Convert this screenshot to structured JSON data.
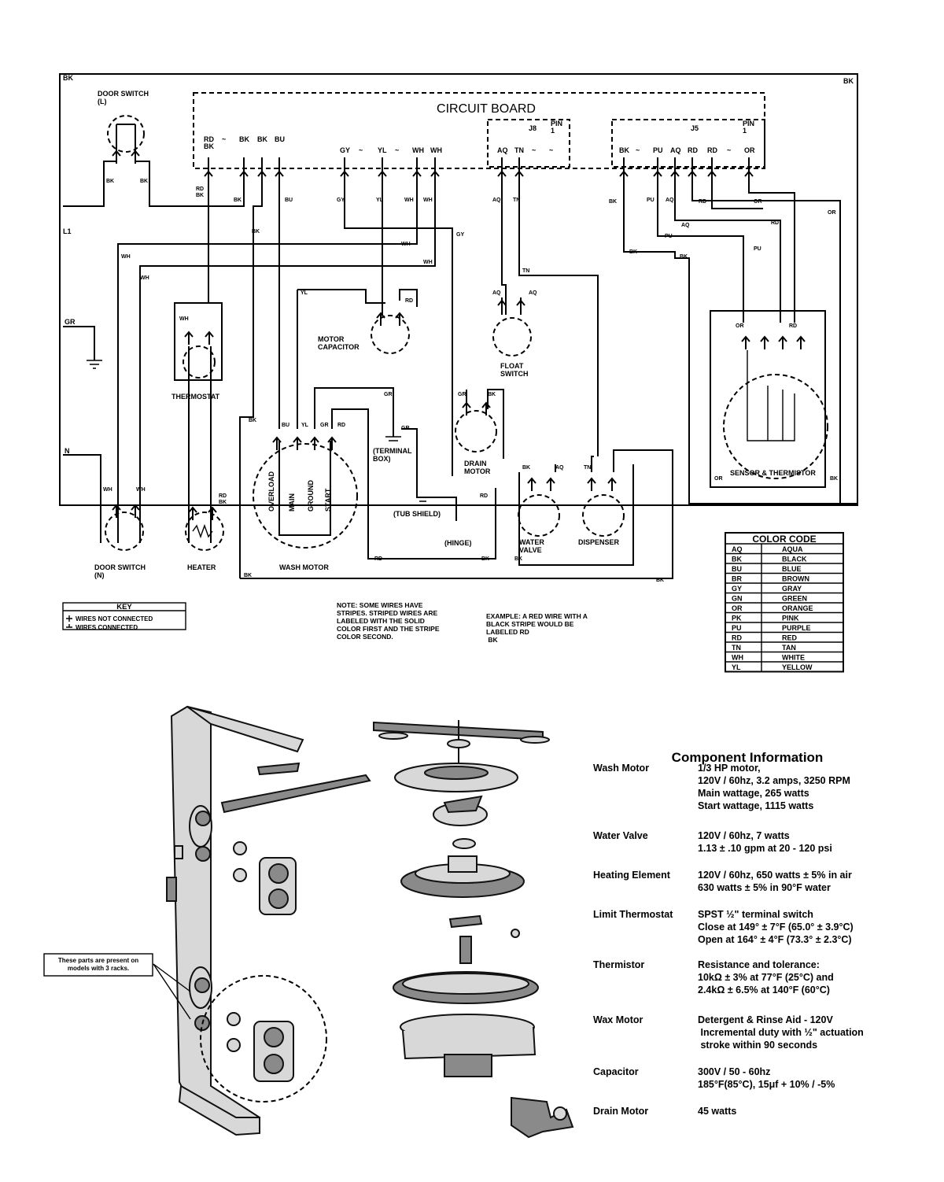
{
  "wiring": {
    "title": "CIRCUIT BOARD",
    "connector_j8": "J8",
    "connector_j5": "J5",
    "pin1": "PIN\n1",
    "edge_bk": "BK",
    "labels": {
      "door_switch_l": "DOOR SWITCH\n(L)",
      "l1": "L1",
      "gr": "GR",
      "n": "N",
      "thermostat": "THERMOSTAT",
      "motor_capacitor": "MOTOR\nCAPACITOR",
      "float_switch": "FLOAT\nSWITCH",
      "drain_motor": "DRAIN\nMOTOR",
      "terminal_box": "(TERMINAL\nBOX)",
      "tub_shield": "(TUB SHIELD)",
      "hinge": "(HINGE)",
      "sensor_thermistor": "SENSOR & THERMISTOR",
      "door_switch_n": "DOOR SWITCH\n(N)",
      "heater": "HEATER",
      "wash_motor": "WASH MOTOR",
      "water_valve": "WATER\nVALVE",
      "dispenser": "DISPENSER",
      "overload": "OVERLOAD",
      "main": "MAIN",
      "ground": "GROUND",
      "start": "START"
    },
    "board_pins_left": [
      "RD\nBK",
      "~",
      "BK",
      "BK",
      "BU"
    ],
    "board_pins_mid": [
      "GY",
      "~",
      "YL",
      "~",
      "WH",
      "WH"
    ],
    "board_pins_j8": [
      "AQ",
      "TN",
      "~",
      "~"
    ],
    "board_pins_j5": [
      "BK",
      "~",
      "PU",
      "AQ",
      "RD",
      "RD",
      "~",
      "OR"
    ],
    "wire_tags": [
      "BK",
      "BK",
      "RD\nBK",
      "BK",
      "BU",
      "GY",
      "YL",
      "WH",
      "WH",
      "AQ",
      "TN",
      "BK",
      "PU",
      "AQ",
      "RD",
      "OR",
      "WH",
      "WH",
      "WH",
      "BK",
      "GY",
      "YL",
      "RD",
      "AQ",
      "AQ",
      "TN",
      "OR",
      "PU",
      "AQ",
      "RD",
      "GR",
      "BU",
      "YL",
      "GR",
      "RD",
      "GR",
      "BK",
      "AQ",
      "TN",
      "BK",
      "RD",
      "BK",
      "BK",
      "RD",
      "BK",
      "BK",
      "WH",
      "WH",
      "WH",
      "WH",
      "RD\nBK",
      "GR",
      "BK",
      "PU",
      "RD",
      "OR",
      "OR",
      "BK",
      "BK",
      "BK"
    ]
  },
  "key": {
    "title": "KEY",
    "not_connected": "WIRES NOT CONNECTED",
    "connected": "WIRES CONNECTED"
  },
  "note": {
    "text": "NOTE: SOME WIRES HAVE\nSTRIPES. STRIPED WIRES ARE\nLABELED WITH THE SOLID\nCOLOR FIRST AND THE STRIPE\nCOLOR SECOND.",
    "example": "EXAMPLE: A RED WIRE WITH A\nBLACK STRIPE WOULD BE\nLABELED  RD\n                BK"
  },
  "color_code": {
    "title": "COLOR CODE",
    "rows": [
      [
        "AQ",
        "AQUA"
      ],
      [
        "BK",
        "BLACK"
      ],
      [
        "BU",
        "BLUE"
      ],
      [
        "BR",
        "BROWN"
      ],
      [
        "GY",
        "GRAY"
      ],
      [
        "GN",
        "GREEN"
      ],
      [
        "OR",
        "ORANGE"
      ],
      [
        "PK",
        "PINK"
      ],
      [
        "PU",
        "PURPLE"
      ],
      [
        "RD",
        "RED"
      ],
      [
        "TN",
        "TAN"
      ],
      [
        "WH",
        "WHITE"
      ],
      [
        "YL",
        "YELLOW"
      ]
    ]
  },
  "callout": "These parts are present on\nmodels with 3 racks.",
  "component_info": {
    "title": "Component Information",
    "rows": [
      {
        "name": "Wash Motor",
        "spec": "1/3 HP motor,\n120V / 60hz, 3.2 amps, 3250 RPM\nMain wattage, 265 watts\nStart wattage, 1115 watts"
      },
      {
        "name": "Water Valve",
        "spec": "120V / 60hz, 7 watts\n1.13 ± .10 gpm at 20 - 120 psi"
      },
      {
        "name": "Heating Element",
        "spec": "120V / 60hz, 650 watts ± 5% in air\n630 watts ± 5% in 90°F water"
      },
      {
        "name": "Limit Thermostat",
        "spec": "SPST ½\" terminal switch\nClose at 149° ± 7°F (65.0° ± 3.9°C)\nOpen at 164° ± 4°F (73.3° ± 2.3°C)"
      },
      {
        "name": "Thermistor",
        "spec": "Resistance and tolerance:\n10kΩ ± 3% at 77°F (25°C) and\n2.4kΩ ± 6.5% at 140°F (60°C)"
      },
      {
        "name": "Wax Motor",
        "spec": "Detergent & Rinse Aid - 120V\n   Incremental duty with ½\" actuation\n   stroke within 90 seconds"
      },
      {
        "name": "Capacitor",
        "spec": "300V / 50 - 60hz\n185°F(85°C), 15μf + 10% / -5%"
      },
      {
        "name": "Drain Motor",
        "spec": "45 watts"
      }
    ]
  }
}
